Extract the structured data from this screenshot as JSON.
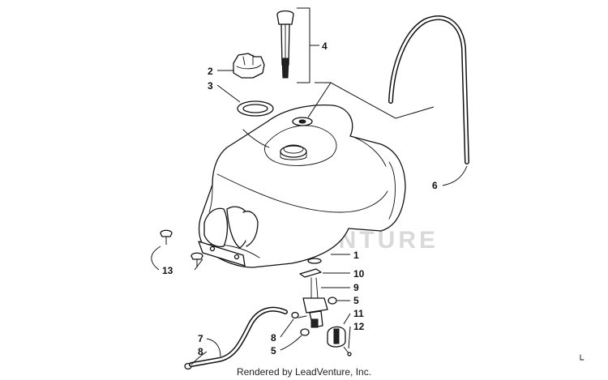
{
  "watermark": {
    "text": "LEADVENTURE"
  },
  "footer": {
    "credit": "Rendered by LeadVenture, Inc."
  },
  "callouts": [
    {
      "id": "label-1",
      "text": "1"
    },
    {
      "id": "label-2",
      "text": "2"
    },
    {
      "id": "label-3",
      "text": "3"
    },
    {
      "id": "label-4",
      "text": "4"
    },
    {
      "id": "label-5a",
      "text": "5"
    },
    {
      "id": "label-5b",
      "text": "5"
    },
    {
      "id": "label-6",
      "text": "6"
    },
    {
      "id": "label-7",
      "text": "7"
    },
    {
      "id": "label-8a",
      "text": "8"
    },
    {
      "id": "label-8b",
      "text": "8"
    },
    {
      "id": "label-9",
      "text": "9"
    },
    {
      "id": "label-10",
      "text": "10"
    },
    {
      "id": "label-11",
      "text": "11"
    },
    {
      "id": "label-12",
      "text": "12"
    },
    {
      "id": "label-13",
      "text": "13"
    }
  ]
}
